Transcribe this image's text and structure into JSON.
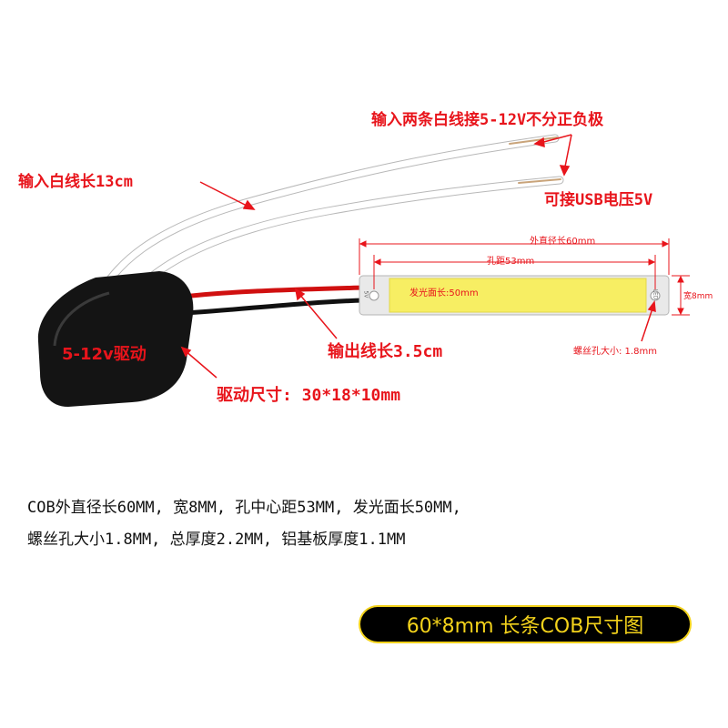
{
  "labels": {
    "input_polarity": "输入两条白线接5-12V不分正负极",
    "usb": "可接USB电压5V",
    "input_length": "输入白线长13cm",
    "outer_length": "外直径长60mm",
    "hole_distance": "孔距53mm",
    "emitting_length": "发光面长:50mm",
    "width": "宽8mm",
    "screw_hole": "螺丝孔大小: 1.8mm",
    "output_length": "输出线长3.5cm",
    "driver_voltage": "5-12v驱动",
    "driver_size": "驱动尺寸: 30*18*10mm",
    "pcb_print_left": "5V",
    "pcb_print_right": "LED"
  },
  "specs": {
    "line1": "COB外直径长60MM, 宽8MM, 孔中心距53MM, 发光面长50MM,",
    "line2": "螺丝孔大小1.8MM, 总厚度2.2MM, 铝基板厚度1.1MM"
  },
  "banner": {
    "text": "60*8mm 长条COB尺寸图"
  },
  "colors": {
    "annotation": "#e8141b",
    "led_yellow": "#f7ee63",
    "banner_bg": "#000000",
    "banner_text": "#f3d21b"
  }
}
